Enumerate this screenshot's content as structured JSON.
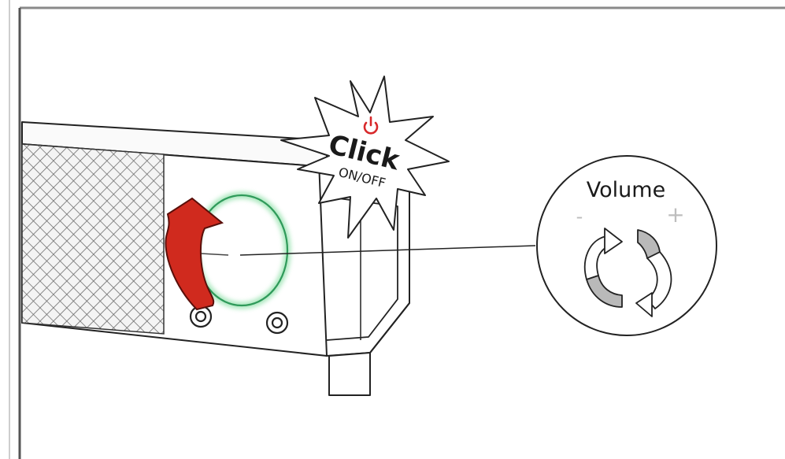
{
  "burst": {
    "title": "Click",
    "subtitle": "ON/OFF",
    "icon": "power-icon"
  },
  "callout": {
    "title": "Volume",
    "minus": "-",
    "plus": "+",
    "icon": "rotate-arrows-icon"
  },
  "colors": {
    "arrow": "#d02a1e",
    "glow": "#3db06a",
    "power": "#d8282a",
    "outline": "#222222"
  }
}
